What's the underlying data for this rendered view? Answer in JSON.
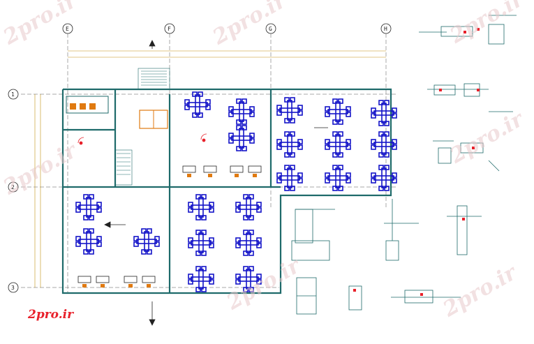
{
  "brand": "2pro.ir",
  "watermark": "2pro.ir",
  "axes": {
    "columns": [
      "E",
      "F",
      "G",
      "H"
    ],
    "rows": [
      "1",
      "2",
      "3"
    ]
  },
  "colors": {
    "wall": "#1e6a6a",
    "furniture": "#1414c8",
    "accent": "#e8202a",
    "dimension": "#d4a017",
    "fixture": "#e07a10",
    "grid_axis": "#333333"
  },
  "layout_type": "architectural office floor plan with construction details",
  "icons": [
    "column-marker",
    "workstation-cluster",
    "section-arrow",
    "stair",
    "door-swing"
  ]
}
